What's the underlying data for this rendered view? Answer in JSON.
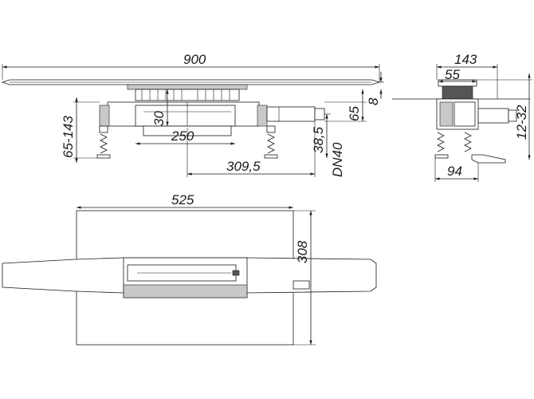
{
  "drawing": {
    "front_view": {
      "overall_length": "900",
      "grate_depth": "8",
      "body_height": "65",
      "inner_height": "30",
      "body_width": "250",
      "foot_height": "65-143",
      "outlet_height": "38,5",
      "outlet_type": "DN40",
      "outlet_offset": "309,5"
    },
    "side_view": {
      "total_width": "143",
      "channel_width": "55",
      "base_width": "94",
      "adjust_range": "12-32"
    },
    "plan_view": {
      "sheet_width": "525",
      "sheet_height": "308"
    }
  }
}
